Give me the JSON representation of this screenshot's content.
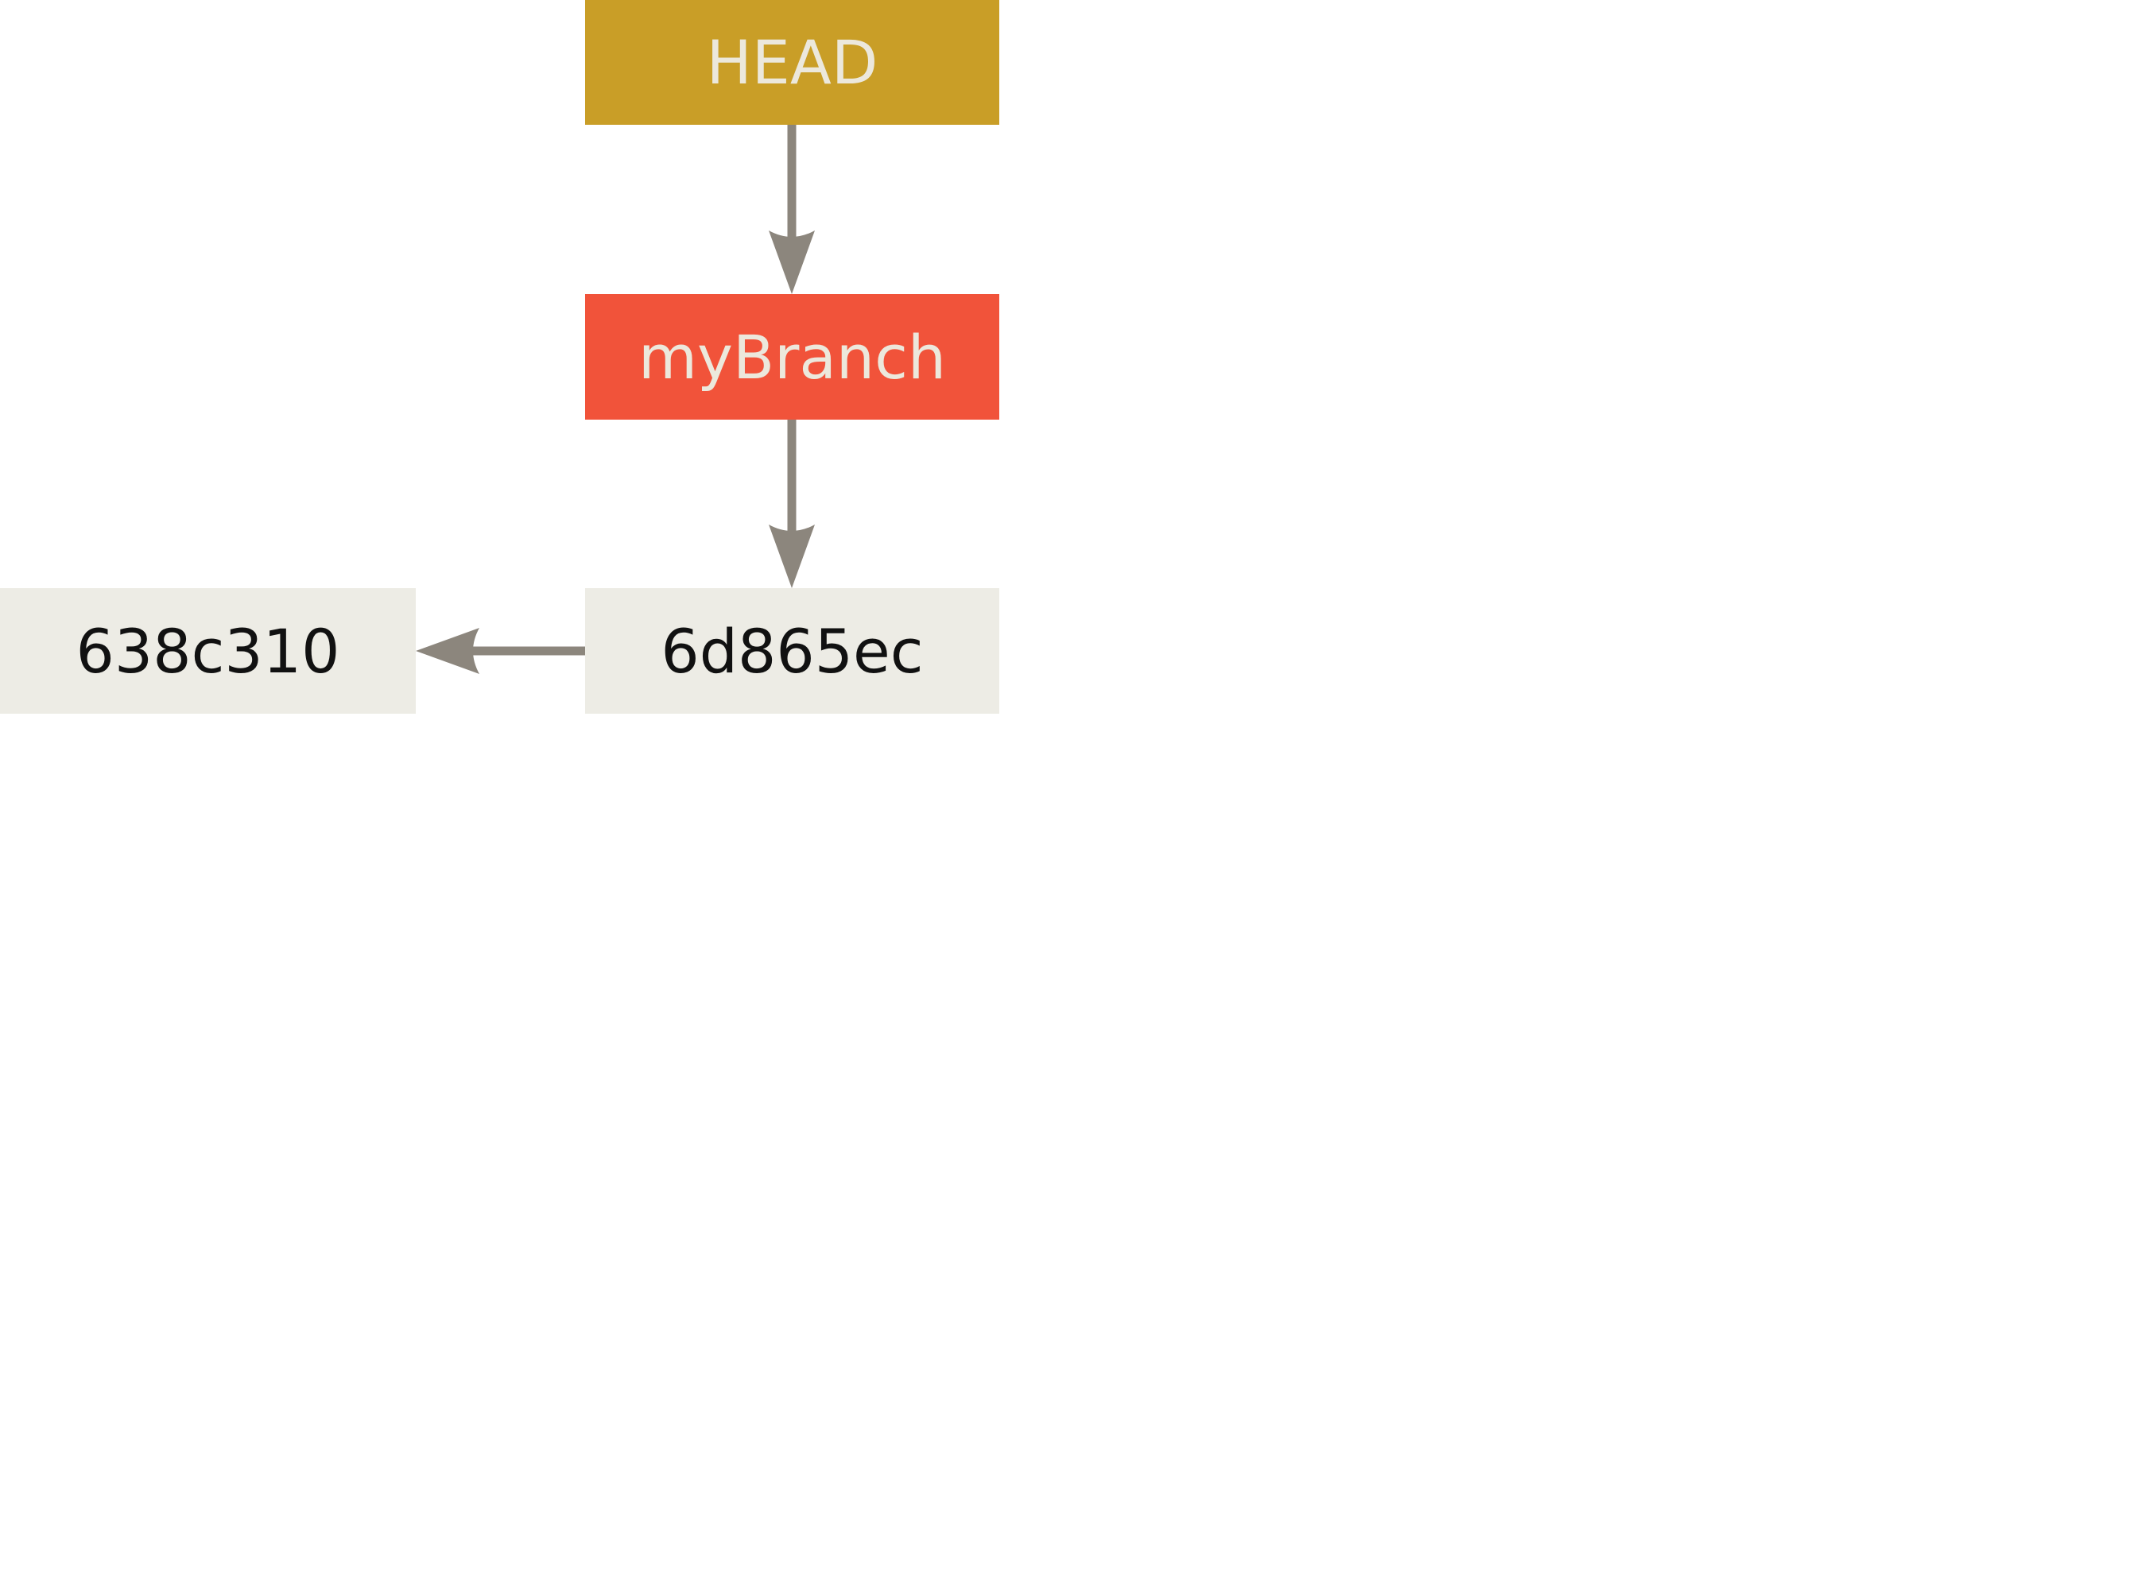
{
  "refs": {
    "head": "HEAD",
    "branch": "myBranch"
  },
  "commits": {
    "current": "6d865ec",
    "parent": "638c310"
  },
  "colors": {
    "head": "#c99e27",
    "branch": "#f1533a",
    "commit": "#edece5",
    "arrow": "#8c867d"
  }
}
